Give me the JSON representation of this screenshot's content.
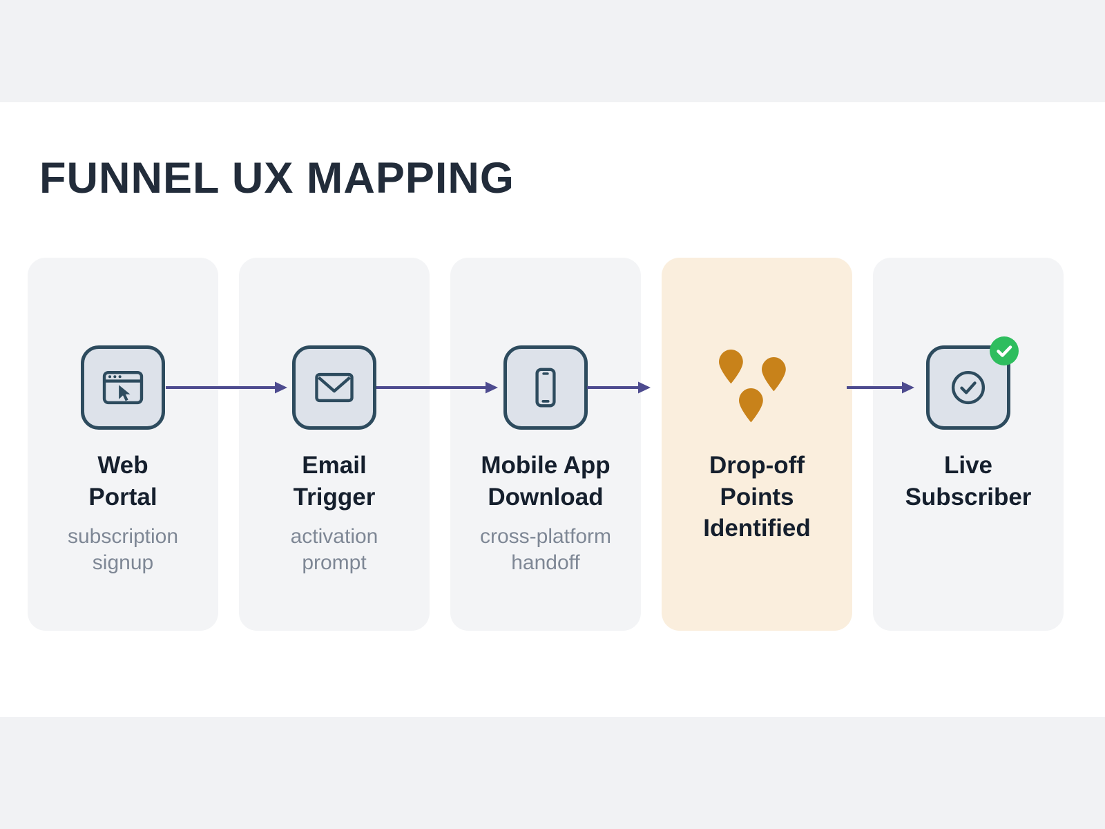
{
  "title": "FUNNEL UX MAPPING",
  "colors": {
    "background": "#f1f2f4",
    "content_band": "#ffffff",
    "card_bg": "#f3f4f6",
    "highlight_card_bg": "#faeedd",
    "icon_stroke": "#2d4b5e",
    "icon_fill": "#dde2ea",
    "arrow": "#4d4b8f",
    "drop_orange": "#c8821a",
    "badge_green": "#2ebd5e",
    "title_text": "#222c3a",
    "card_title_text": "#151f2d",
    "subtitle_text": "#7e8795"
  },
  "steps": [
    {
      "title": "Web\nPortal",
      "subtitle": "subscription\nsignup",
      "icon": "browser-icon",
      "highlighted": false
    },
    {
      "title": "Email\nTrigger",
      "subtitle": "activation\nprompt",
      "icon": "email-icon",
      "highlighted": false
    },
    {
      "title": "Mobile App\nDownload",
      "subtitle": "cross-platform\nhandoff",
      "icon": "mobile-phone-icon",
      "highlighted": false
    },
    {
      "title": "Drop-off\nPoints\nIdentified",
      "subtitle": "",
      "icon": "drop-off-points-icon",
      "highlighted": true
    },
    {
      "title": "Live\nSubscriber",
      "subtitle": "",
      "icon": "subscriber-check-icon",
      "highlighted": false
    }
  ]
}
